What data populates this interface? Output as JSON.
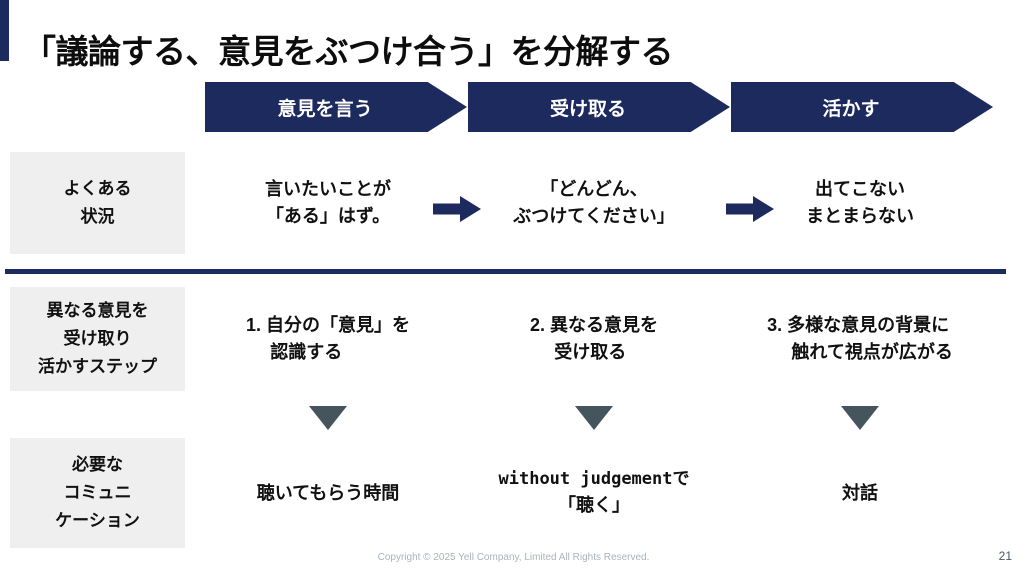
{
  "slide": {
    "title": "「議論する、意見をぶつけ合う」を分解する",
    "footer": "Copyright © 2025 Yell Company, Limited All Rights Reserved.",
    "page_number": "21"
  },
  "colors": {
    "navy": "#1c2a5e",
    "label_box_gray": "#efefef",
    "triangle_slate": "#46545e",
    "footer_gray": "#aab3bb",
    "page_number_gray": "#4d5760"
  },
  "header_arrows": [
    {
      "label": "意見を言う"
    },
    {
      "label": "受け取る"
    },
    {
      "label": "活かす"
    }
  ],
  "row_situation": {
    "label_lines": [
      "よくある",
      "状況"
    ],
    "cells": [
      {
        "lines": [
          "言いたいことが",
          "「ある」はず。"
        ]
      },
      {
        "lines": [
          "「どんどん、",
          "ぶつけてください」"
        ]
      },
      {
        "lines": [
          "出てこない",
          "まとまらない"
        ]
      }
    ]
  },
  "row_steps": {
    "label_lines": [
      "異なる意見を",
      "受け取り",
      "活かすステップ"
    ],
    "cells": [
      {
        "number": "1.",
        "line1": "自分の「意見」を",
        "line2": "認識する"
      },
      {
        "number": "2.",
        "line1": "異なる意見を",
        "line2": "受け取る"
      },
      {
        "number": "3.",
        "line1": "多様な意見の背景に",
        "line2": "触れて視点が広がる"
      }
    ]
  },
  "row_communication": {
    "label_lines": [
      "必要な",
      "コミュニ",
      "ケーション"
    ],
    "cells": [
      {
        "lines": [
          "聴いてもらう時間"
        ]
      },
      {
        "lines": [
          "without judgementで",
          "「聴く」"
        ]
      },
      {
        "lines": [
          "対話"
        ]
      }
    ]
  }
}
